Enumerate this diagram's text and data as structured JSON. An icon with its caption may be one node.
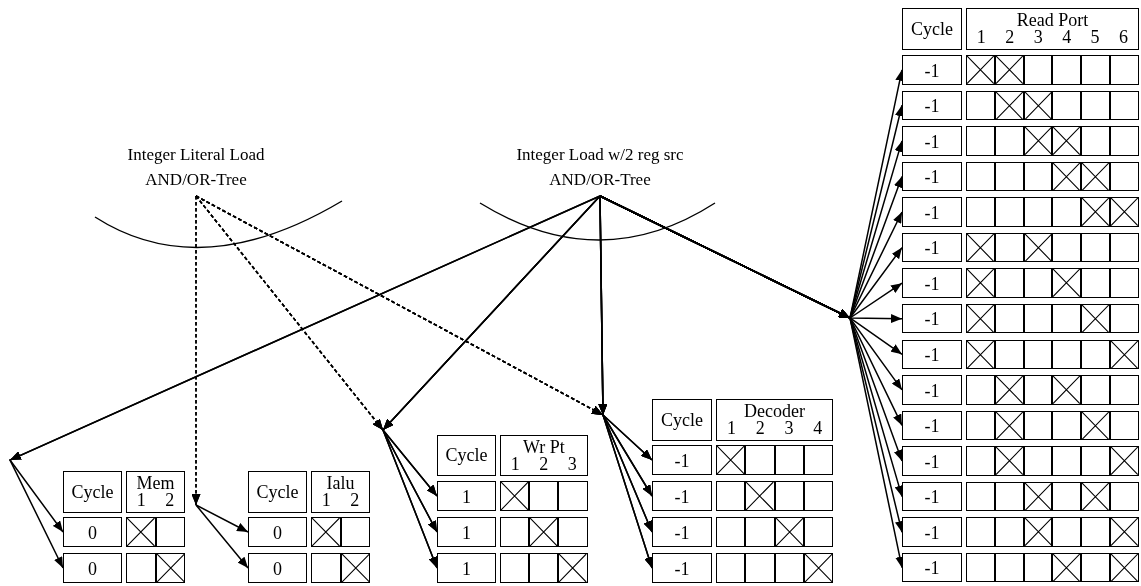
{
  "diagram": {
    "nodes": [
      {
        "text": [
          "Integer Literal Load",
          "AND/OR-Tree"
        ]
      },
      {
        "text": [
          "Integer Load w/2 reg src",
          "AND/OR-Tree"
        ]
      },
      {
        "text": [
          "Cycle"
        ]
      },
      {
        "text": [
          "Mem",
          "1",
          "2"
        ]
      },
      {
        "text": [
          "0"
        ]
      },
      {
        "text": [],
        "shape": "cross"
      },
      {
        "text": [],
        "shape": "box"
      },
      {
        "text": [
          "0"
        ]
      },
      {
        "text": [],
        "shape": "box"
      },
      {
        "text": [],
        "shape": "cross"
      },
      {
        "text": [
          "Cycle"
        ]
      },
      {
        "text": [
          "Ialu",
          "1",
          "2"
        ]
      },
      {
        "text": [
          "0"
        ]
      },
      {
        "text": [],
        "shape": "cross"
      },
      {
        "text": [],
        "shape": "box"
      },
      {
        "text": [
          "0"
        ]
      },
      {
        "text": [],
        "shape": "box"
      },
      {
        "text": [],
        "shape": "cross"
      },
      {
        "text": [
          "Cycle"
        ]
      },
      {
        "text": [
          "Wr Pt",
          "1",
          "2",
          "3"
        ]
      },
      {
        "text": [
          "1"
        ]
      },
      {
        "text": [],
        "shape": "cross"
      },
      {
        "text": [],
        "shape": "box"
      },
      {
        "text": [],
        "shape": "box"
      },
      {
        "text": [
          "1"
        ]
      },
      {
        "text": [],
        "shape": "box"
      },
      {
        "text": [],
        "shape": "cross"
      },
      {
        "text": [],
        "shape": "box"
      },
      {
        "text": [
          "1"
        ]
      },
      {
        "text": [],
        "shape": "box"
      },
      {
        "text": [],
        "shape": "box"
      },
      {
        "text": [],
        "shape": "cross"
      },
      {
        "text": [
          "Cycle"
        ]
      },
      {
        "text": [
          "Decoder",
          "1",
          "2",
          "3",
          "4"
        ]
      },
      {
        "text": [
          "-1"
        ]
      },
      {
        "text": [],
        "shape": "cross"
      },
      {
        "text": [],
        "shape": "box"
      },
      {
        "text": [],
        "shape": "box"
      },
      {
        "text": [],
        "shape": "box"
      },
      {
        "text": [
          "-1"
        ]
      },
      {
        "text": [],
        "shape": "box"
      },
      {
        "text": [],
        "shape": "cross"
      },
      {
        "text": [],
        "shape": "box"
      },
      {
        "text": [],
        "shape": "box"
      },
      {
        "text": [
          "-1"
        ]
      },
      {
        "text": [],
        "shape": "box"
      },
      {
        "text": [],
        "shape": "box"
      },
      {
        "text": [],
        "shape": "cross"
      },
      {
        "text": [],
        "shape": "box"
      },
      {
        "text": [
          "-1"
        ]
      },
      {
        "text": [],
        "shape": "box"
      },
      {
        "text": [],
        "shape": "box"
      },
      {
        "text": [],
        "shape": "box"
      },
      {
        "text": [],
        "shape": "cross"
      },
      {
        "text": [
          "Cycle"
        ]
      },
      {
        "text": [
          "Read Port",
          "1",
          "2",
          "3",
          "4",
          "5",
          "6"
        ]
      },
      {
        "text": [
          "-1"
        ]
      },
      {
        "text": [],
        "shape": "cross"
      },
      {
        "text": [],
        "shape": "cross"
      },
      {
        "text": [],
        "shape": "box"
      },
      {
        "text": [],
        "shape": "box"
      },
      {
        "text": [],
        "shape": "box"
      },
      {
        "text": [],
        "shape": "box"
      },
      {
        "text": [
          "-1"
        ]
      },
      {
        "text": [],
        "shape": "box"
      },
      {
        "text": [],
        "shape": "cross"
      },
      {
        "text": [],
        "shape": "cross"
      },
      {
        "text": [],
        "shape": "box"
      },
      {
        "text": [],
        "shape": "box"
      },
      {
        "text": [],
        "shape": "box"
      },
      {
        "text": [
          "-1"
        ]
      },
      {
        "text": [],
        "shape": "box"
      },
      {
        "text": [],
        "shape": "box"
      },
      {
        "text": [],
        "shape": "cross"
      },
      {
        "text": [],
        "shape": "cross"
      },
      {
        "text": [],
        "shape": "box"
      },
      {
        "text": [],
        "shape": "box"
      },
      {
        "text": [
          "-1"
        ]
      },
      {
        "text": [],
        "shape": "box"
      },
      {
        "text": [],
        "shape": "box"
      },
      {
        "text": [],
        "shape": "box"
      },
      {
        "text": [],
        "shape": "cross"
      },
      {
        "text": [],
        "shape": "cross"
      },
      {
        "text": [],
        "shape": "box"
      },
      {
        "text": [
          "-1"
        ]
      },
      {
        "text": [],
        "shape": "box"
      },
      {
        "text": [],
        "shape": "box"
      },
      {
        "text": [],
        "shape": "box"
      },
      {
        "text": [],
        "shape": "box"
      },
      {
        "text": [],
        "shape": "cross"
      },
      {
        "text": [],
        "shape": "cross"
      },
      {
        "text": [
          "-1"
        ]
      },
      {
        "text": [],
        "shape": "cross"
      },
      {
        "text": [],
        "shape": "box"
      },
      {
        "text": [],
        "shape": "cross"
      },
      {
        "text": [],
        "shape": "box"
      },
      {
        "text": [],
        "shape": "box"
      },
      {
        "text": [],
        "shape": "box"
      },
      {
        "text": [
          "-1"
        ]
      },
      {
        "text": [],
        "shape": "cross"
      },
      {
        "text": [],
        "shape": "box"
      },
      {
        "text": [],
        "shape": "box"
      },
      {
        "text": [],
        "shape": "cross"
      },
      {
        "text": [],
        "shape": "box"
      },
      {
        "text": [],
        "shape": "box"
      },
      {
        "text": [
          "-1"
        ]
      },
      {
        "text": [],
        "shape": "cross"
      },
      {
        "text": [],
        "shape": "box"
      },
      {
        "text": [],
        "shape": "box"
      },
      {
        "text": [],
        "shape": "box"
      },
      {
        "text": [],
        "shape": "cross"
      },
      {
        "text": [],
        "shape": "box"
      },
      {
        "text": [
          "-1"
        ]
      },
      {
        "text": [],
        "shape": "cross"
      },
      {
        "text": [],
        "shape": "box"
      },
      {
        "text": [],
        "shape": "box"
      },
      {
        "text": [],
        "shape": "box"
      },
      {
        "text": [],
        "shape": "box"
      },
      {
        "text": [],
        "shape": "cross"
      },
      {
        "text": [
          "-1"
        ]
      },
      {
        "text": [],
        "shape": "box"
      },
      {
        "text": [],
        "shape": "cross"
      },
      {
        "text": [],
        "shape": "box"
      },
      {
        "text": [],
        "shape": "cross"
      },
      {
        "text": [],
        "shape": "box"
      },
      {
        "text": [],
        "shape": "box"
      },
      {
        "text": [
          "-1"
        ]
      },
      {
        "text": [],
        "shape": "box"
      },
      {
        "text": [],
        "shape": "cross"
      },
      {
        "text": [],
        "shape": "box"
      },
      {
        "text": [],
        "shape": "box"
      },
      {
        "text": [],
        "shape": "cross"
      },
      {
        "text": [],
        "shape": "box"
      },
      {
        "text": [
          "-1"
        ]
      },
      {
        "text": [],
        "shape": "box"
      },
      {
        "text": [],
        "shape": "cross"
      },
      {
        "text": [],
        "shape": "box"
      },
      {
        "text": [],
        "shape": "box"
      },
      {
        "text": [],
        "shape": "box"
      },
      {
        "text": [],
        "shape": "cross"
      },
      {
        "text": [
          "-1"
        ]
      },
      {
        "text": [],
        "shape": "box"
      },
      {
        "text": [],
        "shape": "box"
      },
      {
        "text": [],
        "shape": "cross"
      },
      {
        "text": [],
        "shape": "box"
      },
      {
        "text": [],
        "shape": "cross"
      },
      {
        "text": [],
        "shape": "box"
      },
      {
        "text": [
          "-1"
        ]
      },
      {
        "text": [],
        "shape": "box"
      },
      {
        "text": [],
        "shape": "box"
      },
      {
        "text": [],
        "shape": "cross"
      },
      {
        "text": [],
        "shape": "box"
      },
      {
        "text": [],
        "shape": "box"
      },
      {
        "text": [],
        "shape": "cross"
      },
      {
        "text": [
          "-1"
        ]
      },
      {
        "text": [],
        "shape": "box"
      },
      {
        "text": [],
        "shape": "box"
      },
      {
        "text": [],
        "shape": "box"
      },
      {
        "text": [],
        "shape": "cross"
      },
      {
        "text": [],
        "shape": "box"
      },
      {
        "text": [],
        "shape": "cross"
      }
    ],
    "edges": [
      {
        "from": 0,
        "to": 12,
        "arrow": "to",
        "style": "dashed"
      },
      {
        "from": 0,
        "to": 15,
        "arrow": "to",
        "style": "dashed"
      },
      {
        "from": 0,
        "to": 20,
        "arrow": "to",
        "style": "dashed"
      },
      {
        "from": 0,
        "to": 24,
        "arrow": "to",
        "style": "dashed"
      },
      {
        "from": 0,
        "to": 28,
        "arrow": "to",
        "style": "dashed"
      },
      {
        "from": 0,
        "to": 34,
        "arrow": "to",
        "style": "dashed"
      },
      {
        "from": 0,
        "to": 39,
        "arrow": "to",
        "style": "dashed"
      },
      {
        "from": 0,
        "to": 44,
        "arrow": "to",
        "style": "dashed"
      },
      {
        "from": 0,
        "to": 49,
        "arrow": "to",
        "style": "dashed"
      },
      {
        "from": 1,
        "to": 4,
        "arrow": "to"
      },
      {
        "from": 1,
        "to": 7,
        "arrow": "to"
      },
      {
        "from": 1,
        "to": 20,
        "arrow": "to"
      },
      {
        "from": 1,
        "to": 24,
        "arrow": "to"
      },
      {
        "from": 1,
        "to": 28,
        "arrow": "to"
      },
      {
        "from": 1,
        "to": 34,
        "arrow": "to"
      },
      {
        "from": 1,
        "to": 39,
        "arrow": "to"
      },
      {
        "from": 1,
        "to": 44,
        "arrow": "to"
      },
      {
        "from": 1,
        "to": 49,
        "arrow": "to"
      },
      {
        "from": 1,
        "to": 56,
        "arrow": "to"
      },
      {
        "from": 1,
        "to": 63,
        "arrow": "to"
      },
      {
        "from": 1,
        "to": 70,
        "arrow": "to"
      },
      {
        "from": 1,
        "to": 77,
        "arrow": "to"
      },
      {
        "from": 1,
        "to": 84,
        "arrow": "to"
      },
      {
        "from": 1,
        "to": 91,
        "arrow": "to"
      },
      {
        "from": 1,
        "to": 98,
        "arrow": "to"
      },
      {
        "from": 1,
        "to": 105,
        "arrow": "to"
      },
      {
        "from": 1,
        "to": 112,
        "arrow": "to"
      },
      {
        "from": 1,
        "to": 119,
        "arrow": "to"
      },
      {
        "from": 1,
        "to": 126,
        "arrow": "to"
      },
      {
        "from": 1,
        "to": 133,
        "arrow": "to"
      },
      {
        "from": 1,
        "to": 140,
        "arrow": "to"
      },
      {
        "from": 1,
        "to": 147,
        "arrow": "to"
      },
      {
        "from": 1,
        "to": 154,
        "arrow": "to"
      }
    ]
  }
}
